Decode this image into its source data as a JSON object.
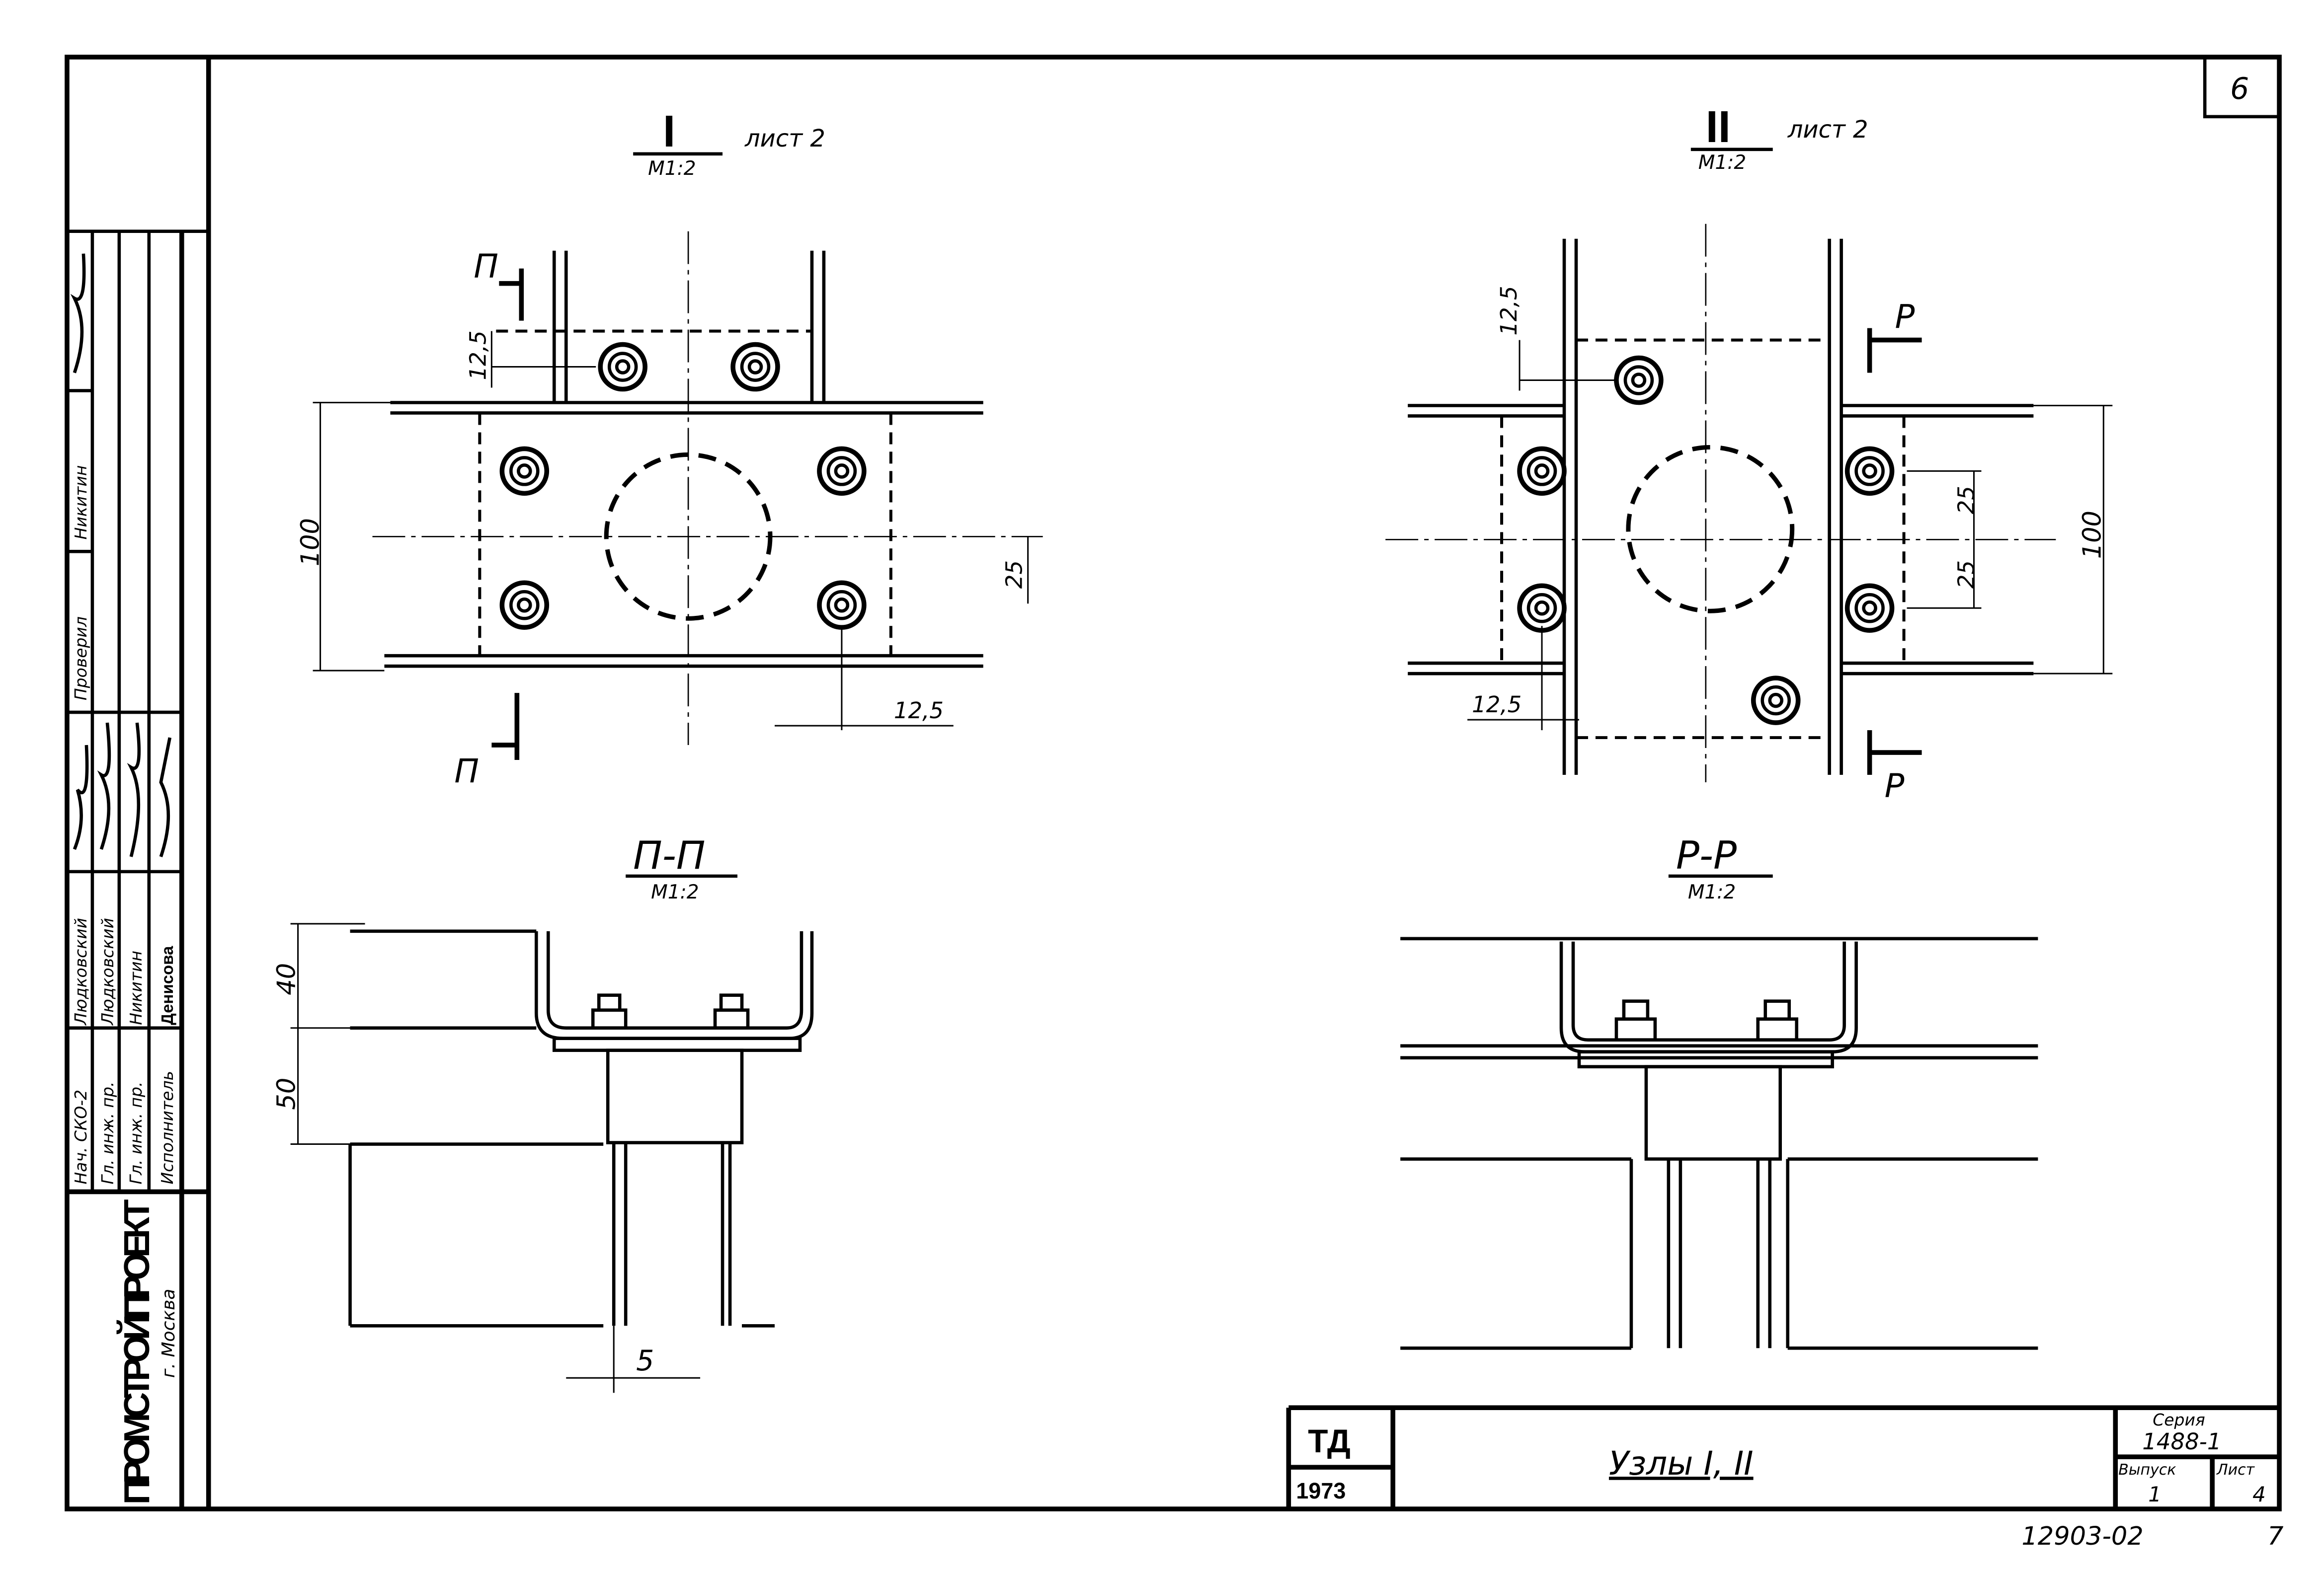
{
  "sheet_number": "6",
  "page_corner_number": "7",
  "archive_number": "12903-02",
  "views": {
    "node1": {
      "label": "I",
      "scale": "М1:2",
      "ref": "лист 2",
      "section_mark": "П",
      "dim_125_top": "12,5",
      "dim_100": "100",
      "dim_25": "25",
      "dim_125_bottom": "12,5"
    },
    "node2": {
      "label": "II",
      "scale": "М1:2",
      "ref": "лист 2",
      "section_mark": "Р",
      "dim_125_top": "12,5",
      "dim_25_a": "25",
      "dim_25_b": "25",
      "dim_100": "100",
      "dim_125_bottom": "12,5"
    },
    "section_p": {
      "label": "П-П",
      "scale": "М1:2",
      "dim_40": "40",
      "dim_50": "50",
      "dim_5": "5"
    },
    "section_r": {
      "label": "Р-Р",
      "scale": "М1:2"
    }
  },
  "title_block": {
    "code": "ТД",
    "year": "1973",
    "title": "Узлы I, II",
    "series_label": "Серия",
    "series_value": "1488-1",
    "issue_label": "Выпуск",
    "issue_value": "1",
    "sheet_label": "Лист",
    "sheet_value": "4"
  },
  "stamp": {
    "organization": "ПРОМСТРОЙПРОЕКТ",
    "city": "г. Москва",
    "rows": [
      {
        "role": "Нач. СКО-2",
        "name": "Людковский"
      },
      {
        "role": "Гл. инж. пр.",
        "name": "Людковский"
      },
      {
        "role": "Гл. инж. пр.",
        "name": "Никитин"
      },
      {
        "role": "Исполнитель",
        "name": "Денисова"
      }
    ],
    "checked_label": "Проверил",
    "checked_name": "Никитин"
  }
}
